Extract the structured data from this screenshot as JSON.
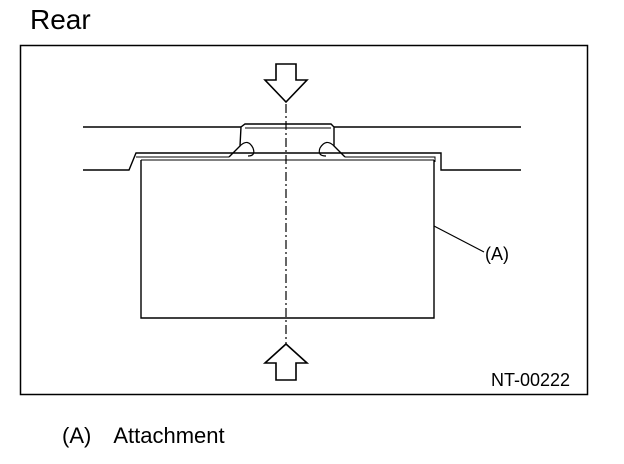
{
  "heading": "Rear",
  "figure": {
    "callout": "(A)",
    "code": "NT-00222"
  },
  "legend": {
    "key": "(A)",
    "text": "Attachment"
  }
}
